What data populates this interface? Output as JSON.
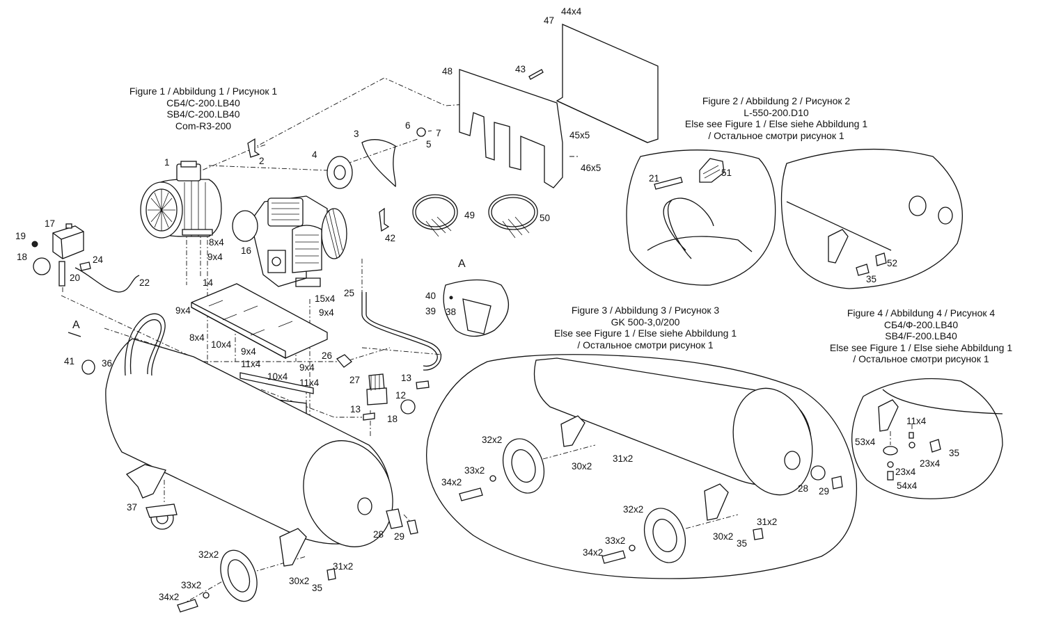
{
  "captions": {
    "fig1": [
      "Figure 1 / Abbildung 1 / Рисунок 1",
      "СБ4/С-200.LB40",
      "SB4/C-200.LB40",
      "Com-R3-200"
    ],
    "fig2": [
      "Figure 2 / Abbildung 2 / Рисунок 2",
      "L-550-200.D10",
      "Else see Figure 1 / Else siehe Abbildung 1",
      "/ Остальное смотри рисунок 1"
    ],
    "fig3": [
      "Figure 3 / Abbildung 3 / Рисунок 3",
      "GK 500-3,0/200",
      "Else see Figure 1 / Else siehe Abbildung 1",
      "/ Остальное смотри рисунок 1"
    ],
    "fig4": [
      "Figure 4 / Abbildung 4 / Рисунок 4",
      "СБ4/Ф-200.LB40",
      "SB4/F-200.LB40",
      "Else see Figure 1 / Else siehe Abbildung 1",
      "/ Остальное смотри рисунок 1"
    ]
  },
  "view_marks": {
    "main": "A",
    "detail": "A"
  },
  "callouts": {
    "p1": "1",
    "p2": "2",
    "p3": "3",
    "p4": "4",
    "p5": "5",
    "p6": "6",
    "p7": "7",
    "p8x4a": "8x4",
    "p9x4a": "9x4",
    "p8x4b": "8x4",
    "p9x4b": "9x4",
    "p9x4c": "9x4",
    "p9x4d": "9x4",
    "p9x4e": "9x4",
    "p10x4a": "10x4",
    "p10x4b": "10x4",
    "p11x4a": "11x4",
    "p11x4b": "11x4",
    "p12": "12",
    "p13a": "13",
    "p13b": "13",
    "p14": "14",
    "p15x4": "15x4",
    "p16": "16",
    "p17": "17",
    "p18a": "18",
    "p18b": "18",
    "p19": "19",
    "p20": "20",
    "p22": "22",
    "p24": "24",
    "p25": "25",
    "p26": "26",
    "p27": "27",
    "p28": "28",
    "p29": "29",
    "p30x2": "30x2",
    "p31x2": "31x2",
    "p32x2": "32x2",
    "p33x2": "33x2",
    "p34x2": "34x2",
    "p35": "35",
    "p36": "36",
    "p37": "37",
    "p38": "38",
    "p39": "39",
    "p40": "40",
    "p41": "41",
    "p42": "42",
    "p43": "43",
    "p44x4": "44x4",
    "p45x5": "45x5",
    "p46x5": "46x5",
    "p47": "47",
    "p48": "48",
    "p49": "49",
    "p50": "50",
    "f2_21": "21",
    "f2_51": "51",
    "f2_52": "52",
    "f2_35": "35",
    "f3_32x2a": "32x2",
    "f3_33x2a": "33x2",
    "f3_34x2a": "34x2",
    "f3_30x2a": "30x2",
    "f3_31x2a": "31x2",
    "f3_28": "28",
    "f3_29": "29",
    "f3_32x2b": "32x2",
    "f3_33x2b": "33x2",
    "f3_34x2b": "34x2",
    "f3_30x2b": "30x2",
    "f3_31x2b": "31x2",
    "f3_35": "35",
    "f4_11x4": "11x4",
    "f4_53x4": "53x4",
    "f4_23x4a": "23x4",
    "f4_23x4b": "23x4",
    "f4_54x4": "54x4",
    "f4_35": "35"
  }
}
